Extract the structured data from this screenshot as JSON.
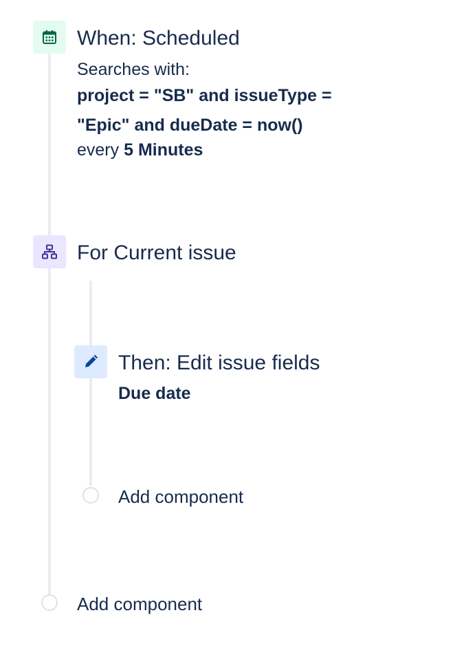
{
  "trigger": {
    "icon": "calendar-icon",
    "title": "When: Scheduled",
    "searches_label": "Searches with:",
    "query_line1": "project = \"SB\" and issueType =",
    "query_line2": "\"Epic\" and dueDate = now()",
    "every_label": "every",
    "interval": "5 Minutes"
  },
  "branch": {
    "icon": "branch-icon",
    "title": "For Current issue"
  },
  "action": {
    "icon": "pencil-icon",
    "title": "Then: Edit issue fields",
    "field": "Due date"
  },
  "inner_add": {
    "label": "Add component"
  },
  "outer_add": {
    "label": "Add component"
  },
  "colors": {
    "text": "#172b4d",
    "rail": "#ebecf0",
    "trigger_bg": "#e3fcef",
    "trigger_icon": "#006644",
    "branch_bg": "#eae6ff",
    "branch_icon": "#403294",
    "action_bg": "#deebff",
    "action_icon": "#0747a6"
  }
}
